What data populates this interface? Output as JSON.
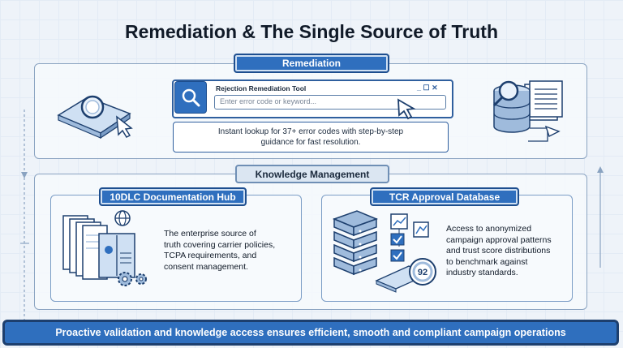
{
  "title": "Remediation & The Single Source of Truth",
  "remediation": {
    "label": "Remediation",
    "tool_title": "Rejection Remediation Tool",
    "input_placeholder": "Enter error code or keyword...",
    "window_controls": "_ ☐ ✕",
    "description_line1": "Instant lookup for 37+ error codes with step-by-step",
    "description_line2": "guidance for fast resolution."
  },
  "knowledge": {
    "label": "Knowledge Management",
    "docs_hub": {
      "label": "10DLC Documentation Hub",
      "lines": [
        "The enterprise source of",
        "truth covering carrier policies,",
        "TCPA requirements, and",
        "consent management."
      ]
    },
    "tcr_db": {
      "label": "TCR Approval Database",
      "lines": [
        "Access to anonymized",
        "campaign approval patterns",
        "and trust score distributions",
        "to benchmark against",
        "industry standards."
      ],
      "score_badge": "92"
    }
  },
  "footer": "Proactive validation and knowledge access ensures  efficient, smooth and compliant campaign operations",
  "colors": {
    "accent": "#2f6fbe",
    "dark": "#1d3f6e",
    "frame": "#8aa3c1"
  },
  "icons": [
    "magnifier-hand-icon",
    "search-icon",
    "cursor-icon",
    "database-report-icon",
    "documents-icon",
    "globe-icon",
    "gear-icon",
    "server-icon",
    "chart-icon",
    "checkmark-icon",
    "score-badge-icon",
    "arrow-icon"
  ]
}
